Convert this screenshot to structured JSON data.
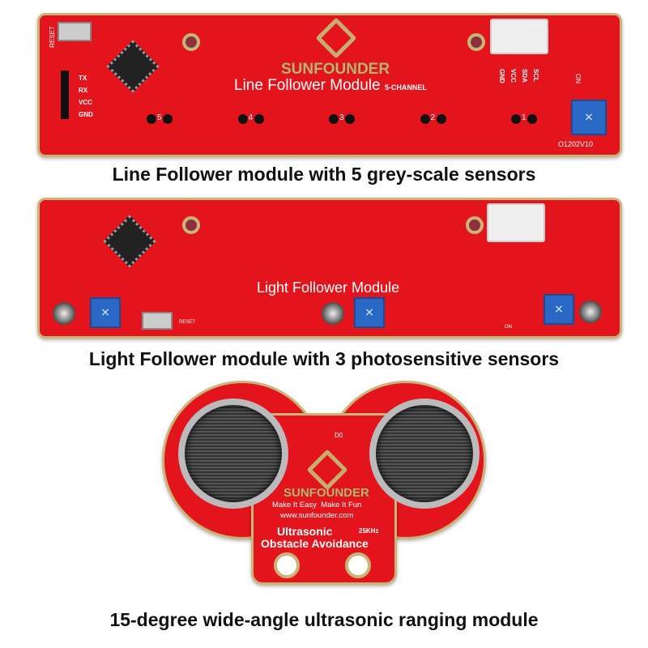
{
  "line_follower": {
    "brand": "SUNFOUNDER",
    "title": "Line Follower Module",
    "subtitle": "5-CHANNEL",
    "reset_label": "RESET",
    "left_pins": [
      "TX",
      "RX",
      "VCC",
      "GND"
    ],
    "connector_pins": [
      "GND",
      "VCC",
      "SDA",
      "SCL"
    ],
    "on_label": "ON",
    "channels": [
      "5",
      "4",
      "3",
      "2",
      "1"
    ],
    "version": "O1202V10",
    "caption": "Line Follower module with 5 grey-scale sensors"
  },
  "light_follower": {
    "title": "Light Follower Module",
    "reset_label": "RESET",
    "on_label": "ON",
    "caption": "Light Follower module with 3 photosensitive sensors"
  },
  "ultrasonic": {
    "led_label": "D0",
    "brand": "SUNFOUNDER",
    "slogan": "Make It Easy  Make It Fun",
    "url": "www.sunfounder.com",
    "title": "Ultrasonic",
    "frequency": "25KHz",
    "subtitle": "Obstacle Avoidance",
    "caption": "15-degree wide-angle ultrasonic ranging module"
  }
}
